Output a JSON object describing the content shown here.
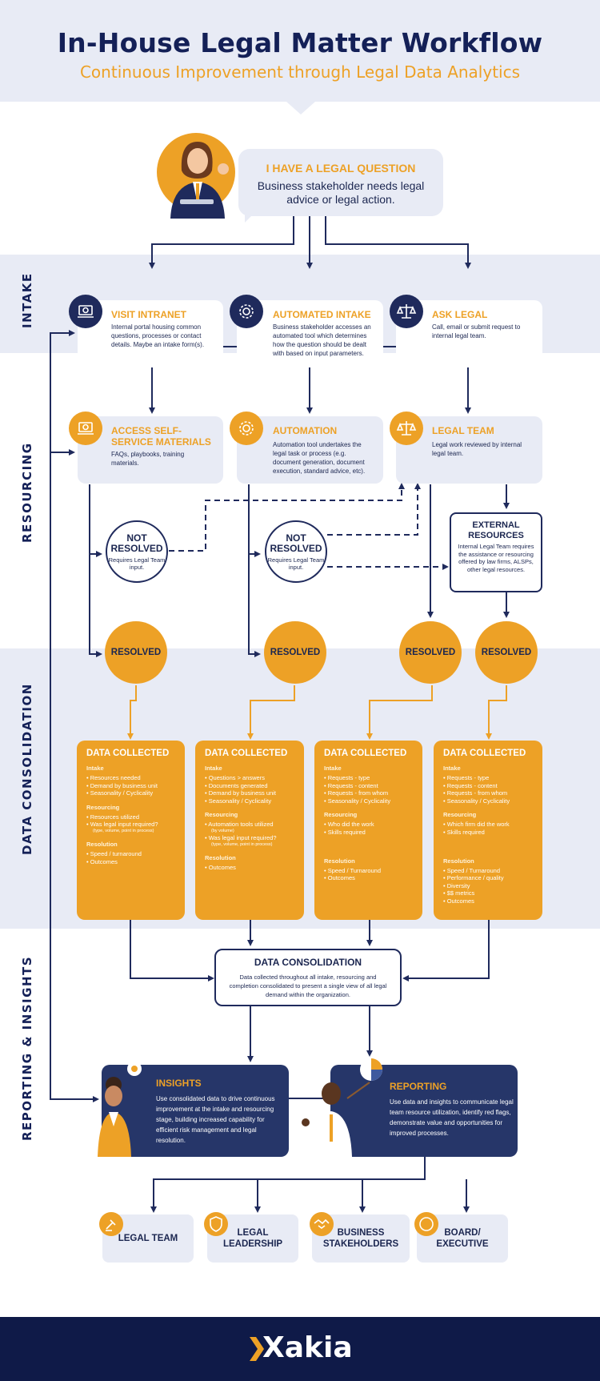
{
  "header": {
    "title": "In-House Legal Matter Workflow",
    "subtitle": "Continuous Improvement through Legal Data Analytics"
  },
  "colors": {
    "navy": "#1f2a5c",
    "orange": "#eda126",
    "band": "#e8ebf5",
    "footer": "#0f1a48"
  },
  "question": {
    "title": "I HAVE A LEGAL QUESTION",
    "text": "Business stakeholder needs legal advice or legal action."
  },
  "sections": {
    "intake": "INTAKE",
    "resourcing": "RESOURCING",
    "consolidation": "DATA CONSOLIDATION",
    "reporting": "REPORTING & INSIGHTS"
  },
  "intake": [
    {
      "title": "VISIT INTRANET",
      "desc": "Internal portal housing common questions, processes or contact details. Maybe an intake form(s).",
      "icon": "laptop-icon"
    },
    {
      "title": "AUTOMATED INTAKE",
      "desc": "Business stakeholder accesses an automated tool which determines how the question should be dealt with based on input parameters.",
      "icon": "gear-icon"
    },
    {
      "title": "ASK LEGAL",
      "desc": "Call, email or submit request to internal legal team.",
      "icon": "scales-icon"
    }
  ],
  "resourcing": [
    {
      "title": "ACCESS SELF-SERVICE MATERIALS",
      "desc": "FAQs, playbooks, training materials.",
      "icon": "laptop-icon"
    },
    {
      "title": "AUTOMATION",
      "desc": "Automation tool undertakes the legal task or process (e.g. document generation, document execution, standard advice, etc).",
      "icon": "gear-icon"
    },
    {
      "title": "LEGAL TEAM",
      "desc": "Legal work reviewed by internal legal team.",
      "icon": "scales-icon"
    }
  ],
  "not_resolved": {
    "title": "NOT RESOLVED",
    "sub": "Requires Legal Team input."
  },
  "external": {
    "title": "EXTERNAL RESOURCES",
    "desc": "Internal Legal Team requires the assistance or resourcing offered by law firms, ALSPs, other legal resources."
  },
  "resolved_label": "RESOLVED",
  "data_collected": [
    {
      "title": "DATA COLLECTED",
      "intake_h": "Intake",
      "intake": [
        "Resources needed",
        "Demand by business unit",
        "Seasonality / Cyclicality"
      ],
      "res_h": "Resourcing",
      "res": [
        "Resources utilized",
        "Was legal input required?"
      ],
      "res_note": "(type, volume, point in process)",
      "out_h": "Resolution",
      "out": [
        "Speed / turnaround",
        "Outcomes"
      ]
    },
    {
      "title": "DATA COLLECTED",
      "intake_h": "Intake",
      "intake": [
        "Questions > answers",
        "Documents generated",
        "Demand by business unit",
        "Seasonality / Cyclicality"
      ],
      "res_h": "Resourcing",
      "res": [
        "Automation tools utilized"
      ],
      "res_note_a": "(by volume)",
      "res2": [
        "Was legal input required?"
      ],
      "res_note": "(type, volume, point in process)",
      "out_h": "Resolution",
      "out": [
        "Outcomes"
      ]
    },
    {
      "title": "DATA COLLECTED",
      "intake_h": "Intake",
      "intake": [
        "Requests - type",
        "Requests - content",
        "Requests - from whom",
        "Seasonality / Cyclicality"
      ],
      "res_h": "Resourcing",
      "res": [
        "Who did the work",
        "Skills required"
      ],
      "out_h": "Resolution",
      "out": [
        "Speed / Turnaround",
        "Outcomes"
      ]
    },
    {
      "title": "DATA COLLECTED",
      "intake_h": "Intake",
      "intake": [
        "Requests - type",
        "Requests - content",
        "Requests - from whom",
        "Seasonality / Cyclicality"
      ],
      "res_h": "Resourcing",
      "res": [
        "Which firm did the work",
        "Skills required"
      ],
      "out_h": "Resolution",
      "out": [
        "Speed / Turnaround",
        "Performance / quality",
        "Diversity",
        "$$ metrics",
        "Outcomes"
      ]
    }
  ],
  "consolidation": {
    "title": "DATA CONSOLIDATION",
    "text": "Data collected throughout all intake, resourcing and completion consolidated to present a single view of all legal demand within the organization."
  },
  "insights": {
    "title": "INSIGHTS",
    "text": "Use consolidated data to drive continuous improvement at the intake and resourcing stage, building increased capability for efficient risk management and legal resolution."
  },
  "reporting": {
    "title": "REPORTING",
    "text": "Use data and insights to communicate legal team resource utilization, identify red flags, demonstrate value and opportunities for improved processes."
  },
  "audiences": [
    {
      "label": "LEGAL TEAM",
      "icon": "gavel-icon"
    },
    {
      "label": "LEGAL LEADERSHIP",
      "icon": "shield-icon"
    },
    {
      "label": "BUSINESS STAKEHOLDERS",
      "icon": "handshake-icon"
    },
    {
      "label": "BOARD/ EXECUTIVE",
      "icon": "globe-icon"
    }
  ],
  "footer": {
    "logo": "Xakia"
  }
}
